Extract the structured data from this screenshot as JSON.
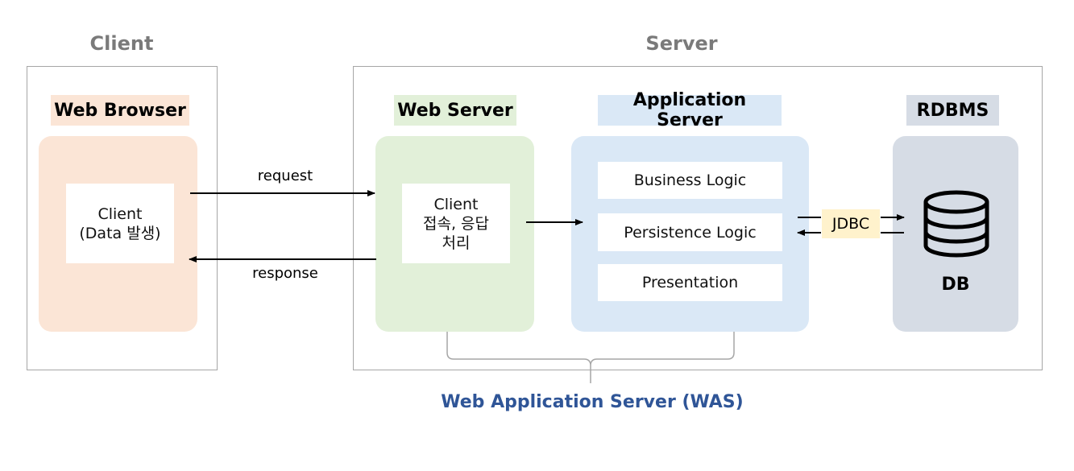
{
  "client_section": {
    "title": "Client"
  },
  "server_section": {
    "title": "Server"
  },
  "web_browser": {
    "label": "Web Browser",
    "box_line1": "Client",
    "box_line2": "(Data 발생)"
  },
  "web_server": {
    "label": "Web Server",
    "box_line1": "Client",
    "box_line2": "접속, 응답",
    "box_line3": "처리"
  },
  "application_server": {
    "label": "Application Server",
    "layers": [
      "Business Logic",
      "Persistence Logic",
      "Presentation"
    ]
  },
  "rdbms": {
    "label": "RDBMS",
    "db_label": "DB"
  },
  "arrows": {
    "request": "request",
    "response": "response",
    "jdbc": "JDBC"
  },
  "was_label": "Web Application Server (WAS)",
  "colors": {
    "browser_fill": "#fbe5d6",
    "webserver_fill": "#e2f0d9",
    "appserver_fill": "#dae8f6",
    "rdbms_fill": "#d6dce5",
    "jdbc_fill": "#fff2cc",
    "was_text": "#2f5597"
  }
}
